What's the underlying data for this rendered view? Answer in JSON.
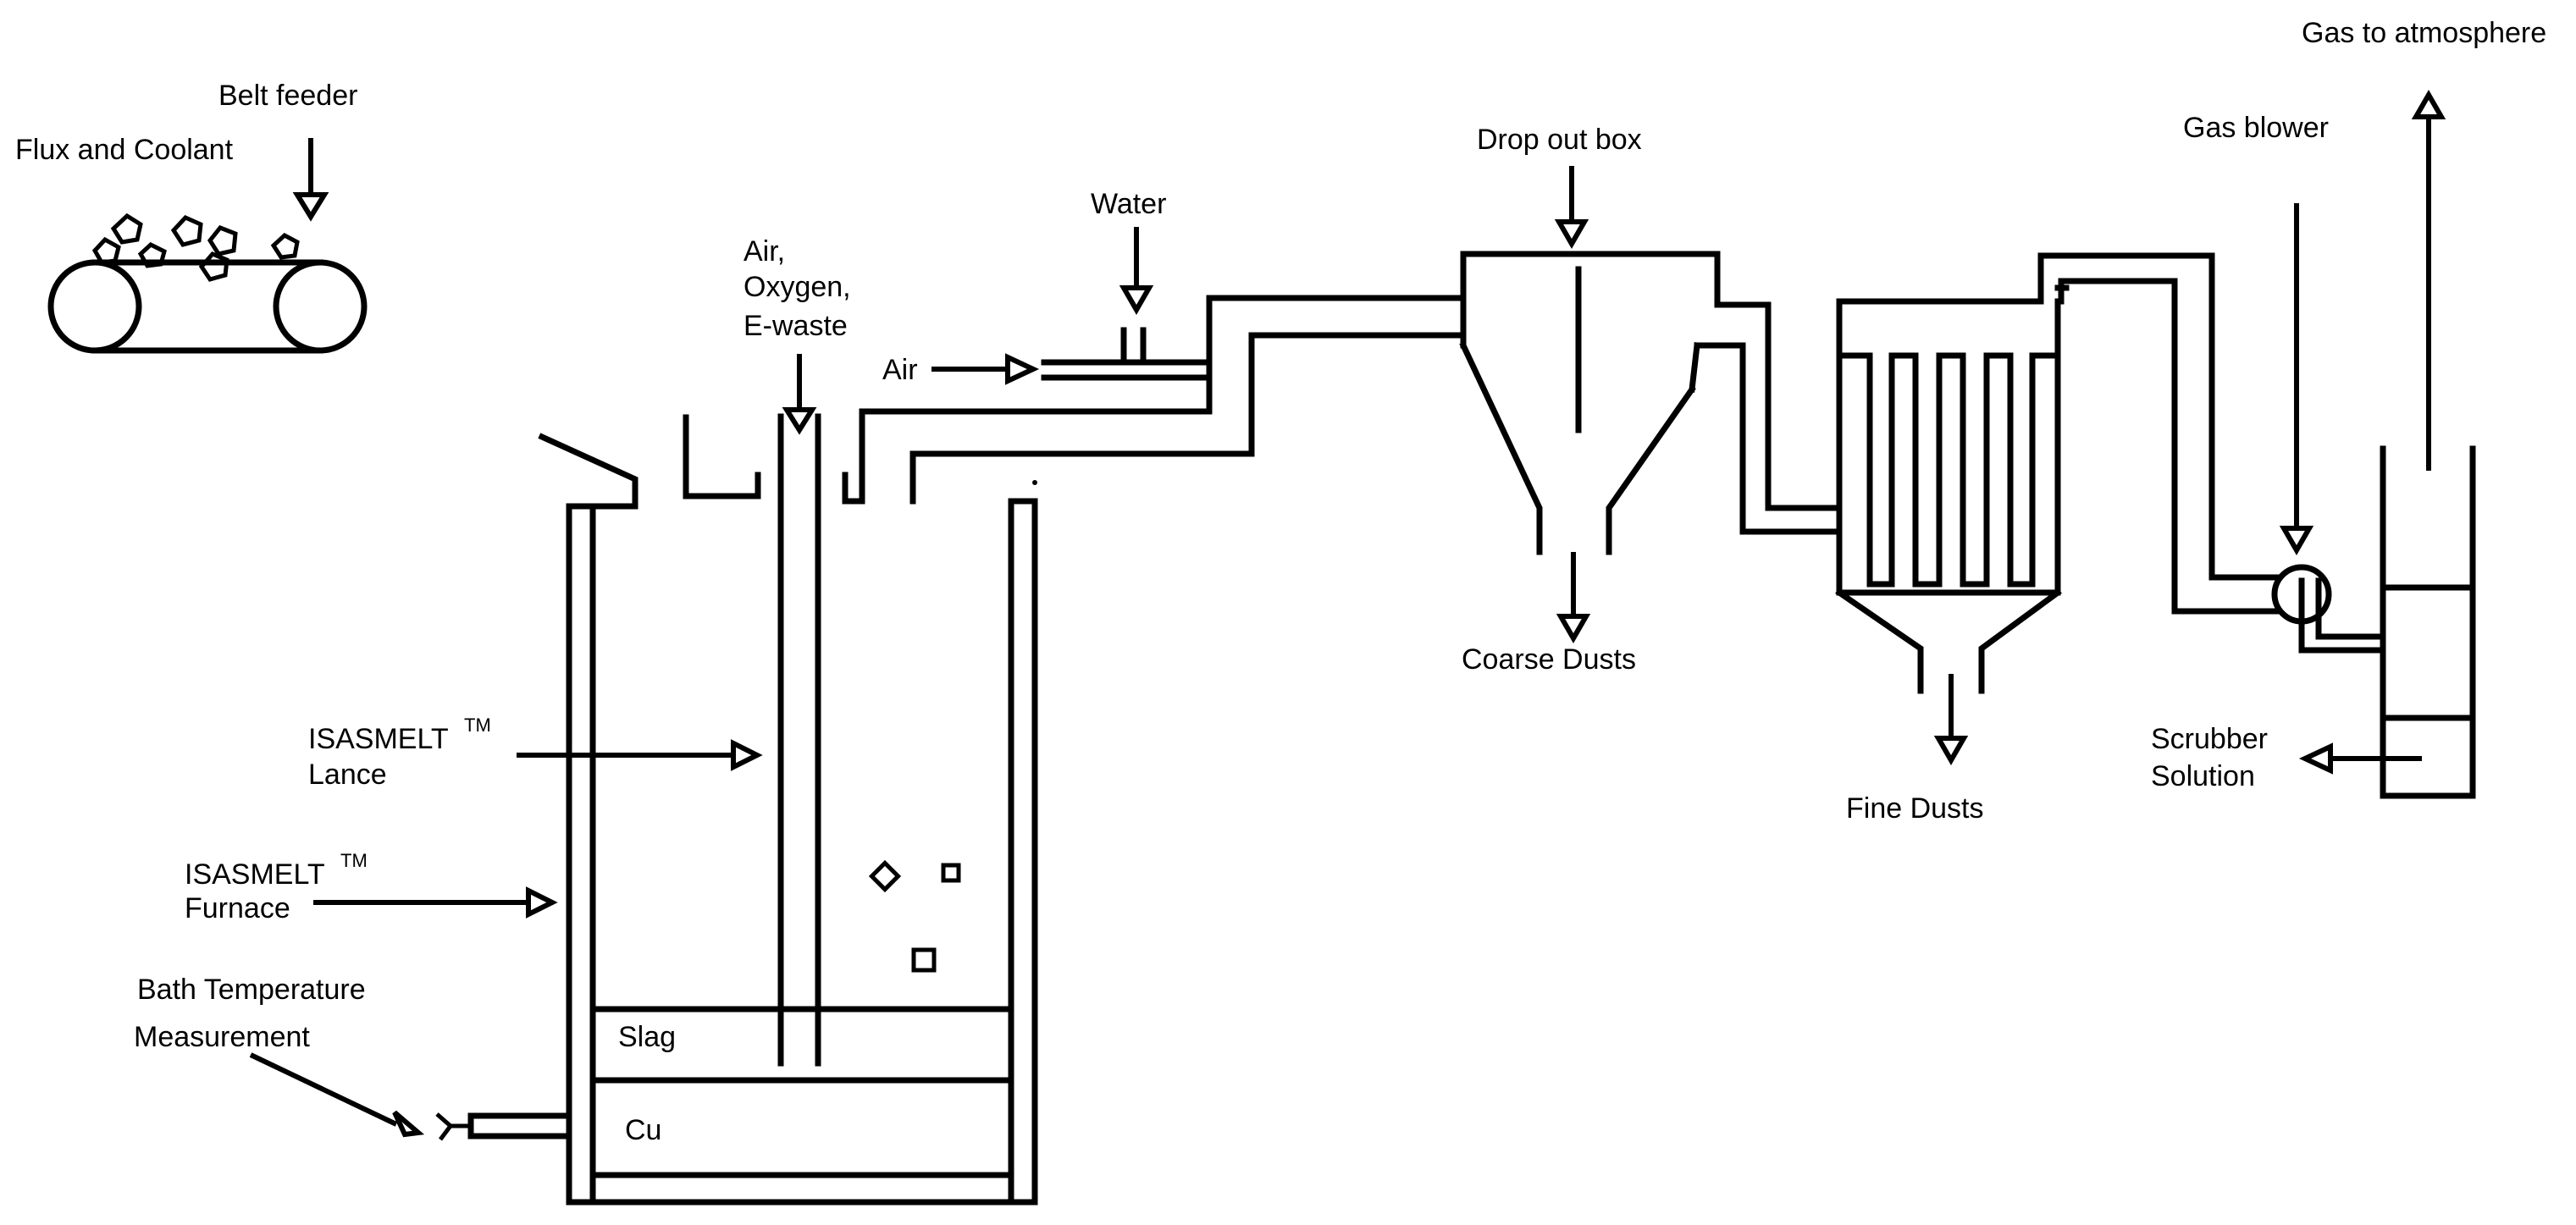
{
  "labels": {
    "gas_atmosphere": "Gas to atmosphere",
    "belt_feeder": "Belt feeder",
    "flux_coolant": "Flux and Coolant",
    "drop_out_box": "Drop out box",
    "gas_blower": "Gas blower",
    "water": "Water",
    "air_oxygen_ewaste_1": "Air,",
    "air_oxygen_ewaste_2": "Oxygen,",
    "air_oxygen_ewaste_3": "E-waste",
    "air": "Air",
    "coarse_dusts": "Coarse Dusts",
    "fine_dusts": "Fine Dusts",
    "scrubber_1": "Scrubber",
    "scrubber_2": "Solution",
    "lance_1": "ISASMELT",
    "lance_tm": "TM",
    "lance_2": "Lance",
    "furnace_1": "ISASMELT",
    "furnace_tm": "TM",
    "furnace_2": "Furnace",
    "bath_1": "Bath Temperature",
    "bath_2": "Measurement",
    "slag": "Slag",
    "cu": "Cu"
  }
}
